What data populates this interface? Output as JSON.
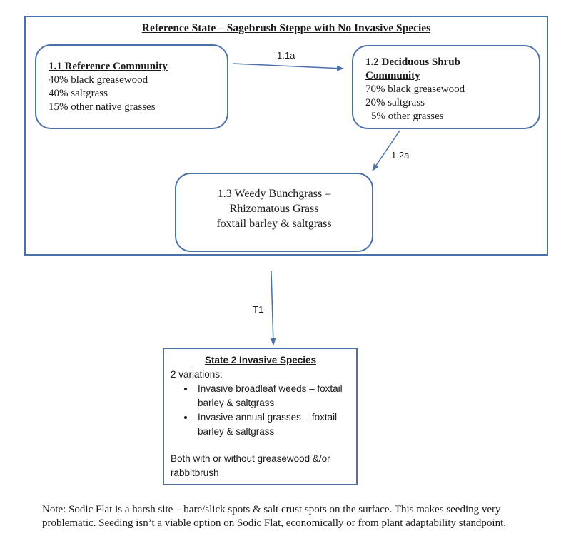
{
  "reference_state": {
    "title": "Reference State – Sagebrush Steppe with No Invasive Species"
  },
  "community_1_1": {
    "title": "1.1 Reference Community",
    "lines": [
      "40% black greasewood",
      "40% saltgrass",
      "15% other native grasses"
    ]
  },
  "community_1_2": {
    "title_line1": "1.2 Deciduous Shrub",
    "title_line2": "Community",
    "lines": [
      "70% black greasewood",
      "20% saltgrass",
      "5% other grasses"
    ]
  },
  "community_1_3": {
    "title_line1": "1.3 Weedy Bunchgrass –",
    "title_line2": "Rhizomatous Grass",
    "line": "foxtail barley & saltgrass"
  },
  "transitions": {
    "t_1_1a": "1.1a",
    "t_1_2a": "1.2a",
    "t_T1": "T1"
  },
  "state_2": {
    "title": "State 2 Invasive Species",
    "intro": "2 variations:",
    "bullets": [
      "Invasive broadleaf weeds – foxtail barley & saltgrass",
      "Invasive annual grasses – foxtail barley & saltgrass"
    ],
    "footer": "Both with or without greasewood &/or rabbitbrush"
  },
  "note": "Note: Sodic Flat is a harsh site – bare/slick spots & salt crust spots on the surface.  This makes seeding very problematic.  Seeding isn’t a viable option on Sodic Flat, economically or from plant adaptability standpoint.",
  "colors": {
    "border": "#4a72a8",
    "arrow": "#4a72a8"
  }
}
